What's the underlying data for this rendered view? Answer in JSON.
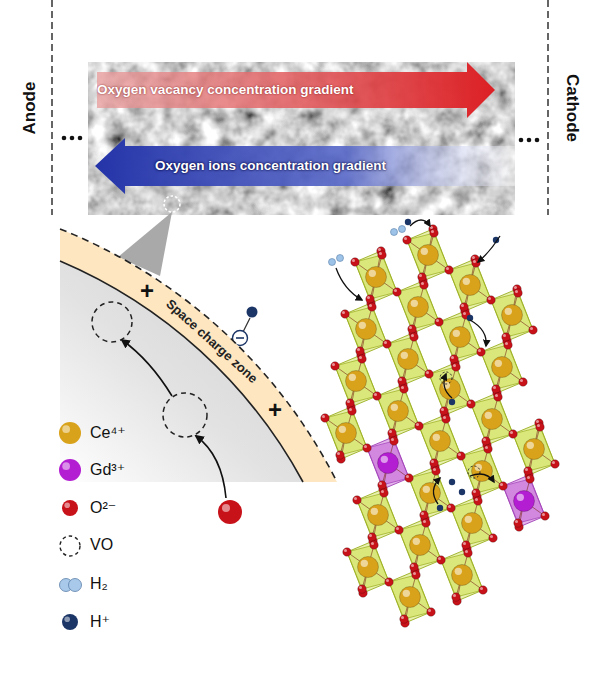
{
  "diagram": {
    "nodes": [
      {
        "text": [
          "Oxygen vacancy concentration gradient"
        ]
      },
      {
        "text": [
          "Oxygen ions concentration gradient"
        ]
      },
      {
        "text": [
          "Space charge zone"
        ]
      }
    ],
    "labels": [
      "Anode",
      "Cathode",
      "+",
      "+"
    ],
    "legend": [
      {
        "text": "Ce⁴⁺",
        "color": "#d9a21b"
      },
      {
        "text": "Gd³⁺",
        "color": "#b41ed2"
      },
      {
        "text": "O²⁻",
        "color": "#c8121a"
      },
      {
        "text": "VO"
      },
      {
        "text": "H₂"
      },
      {
        "text": "H⁺",
        "color": "#1b3566"
      }
    ]
  }
}
